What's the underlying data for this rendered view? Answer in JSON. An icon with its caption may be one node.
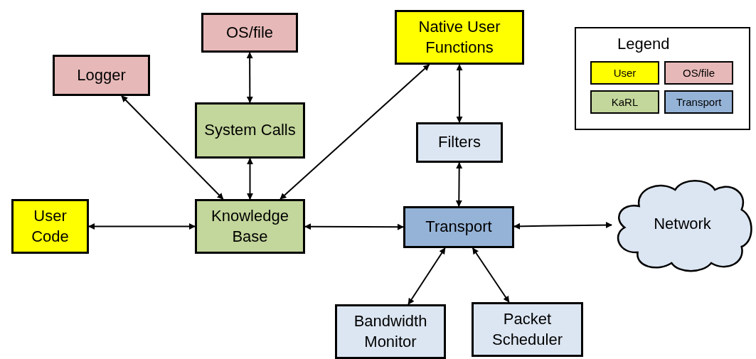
{
  "diagram": {
    "nodes": [
      {
        "text": [
          "OS/file"
        ]
      },
      {
        "text": [
          "Native User Functions"
        ]
      },
      {
        "text": [
          "Logger"
        ]
      },
      {
        "text": [
          "System Calls"
        ]
      },
      {
        "text": [
          "Filters"
        ]
      },
      {
        "text": [
          "User Code"
        ]
      },
      {
        "text": [
          "Knowledge Base"
        ]
      },
      {
        "text": [
          "Transport"
        ]
      },
      {
        "text": [
          "Network"
        ]
      },
      {
        "text": [
          "Bandwidth Monitor"
        ]
      },
      {
        "text": [
          "Packet Scheduler"
        ]
      }
    ],
    "edges": [
      {
        "from": 0,
        "to": 3,
        "arrow": "both"
      },
      {
        "from": 3,
        "to": 6,
        "arrow": "both"
      },
      {
        "from": 2,
        "to": 6,
        "arrow": "both"
      },
      {
        "from": 6,
        "to": 1,
        "arrow": "both"
      },
      {
        "from": 1,
        "to": 4,
        "arrow": "both"
      },
      {
        "from": 4,
        "to": 7,
        "arrow": "both"
      },
      {
        "from": 5,
        "to": 6,
        "arrow": "both"
      },
      {
        "from": 6,
        "to": 7,
        "arrow": "both"
      },
      {
        "from": 7,
        "to": 8,
        "arrow": "both"
      },
      {
        "from": 7,
        "to": 9,
        "arrow": "both"
      },
      {
        "from": 7,
        "to": 10,
        "arrow": "both"
      }
    ],
    "labels": [
      "Legend"
    ],
    "legend": [
      {
        "text": "User",
        "color": "#ffff00"
      },
      {
        "text": "OS/file",
        "color": "#e6b9b8"
      },
      {
        "text": "KaRL",
        "color": "#c3d69b"
      },
      {
        "text": "Transport",
        "color": "#95b3d7"
      }
    ]
  }
}
